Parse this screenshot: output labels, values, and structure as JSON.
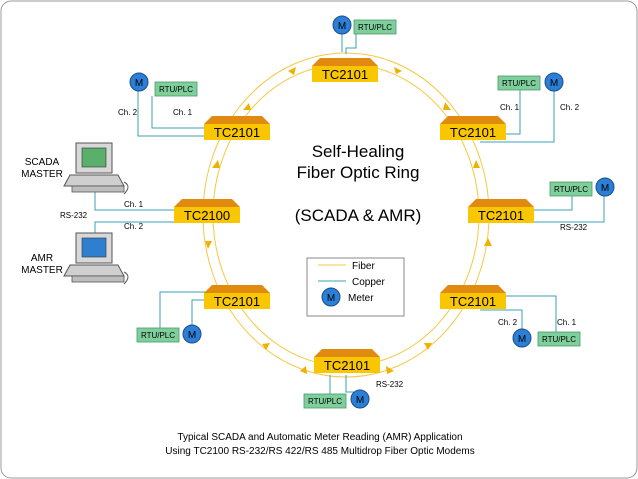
{
  "diagram": {
    "title_line1": "Self-Healing",
    "title_line2": "Fiber Optic Ring",
    "subtitle": "(SCADA & AMR)",
    "caption_line1": "Typical SCADA and Automatic Meter Reading (AMR) Application",
    "caption_line2": "Using TC2100 RS-232/RS 422/RS 485 Multidrop Fiber Optic Modems"
  },
  "legend": {
    "fiber": "Fiber",
    "copper": "Copper",
    "meter": "Meter",
    "meter_symbol": "M"
  },
  "nodes": {
    "master": "TC2100",
    "remote": "TC2101"
  },
  "labels": {
    "rtu_plc": "RTU/PLC",
    "meter": "M",
    "ch1": "Ch. 1",
    "ch2": "Ch. 2",
    "rs232": "RS-232",
    "scada_master_line1": "SCADA",
    "scada_master_line2": "MASTER",
    "amr_master_line1": "AMR",
    "amr_master_line2": "MASTER"
  },
  "colors": {
    "fiber": "#f5c842",
    "copper": "#3aa0b8",
    "node_fill": "#f5c000",
    "node_top": "#e07010",
    "rtu_fill": "#7fcf9c",
    "meter_fill": "#2b7fd6",
    "border": "#999999"
  }
}
